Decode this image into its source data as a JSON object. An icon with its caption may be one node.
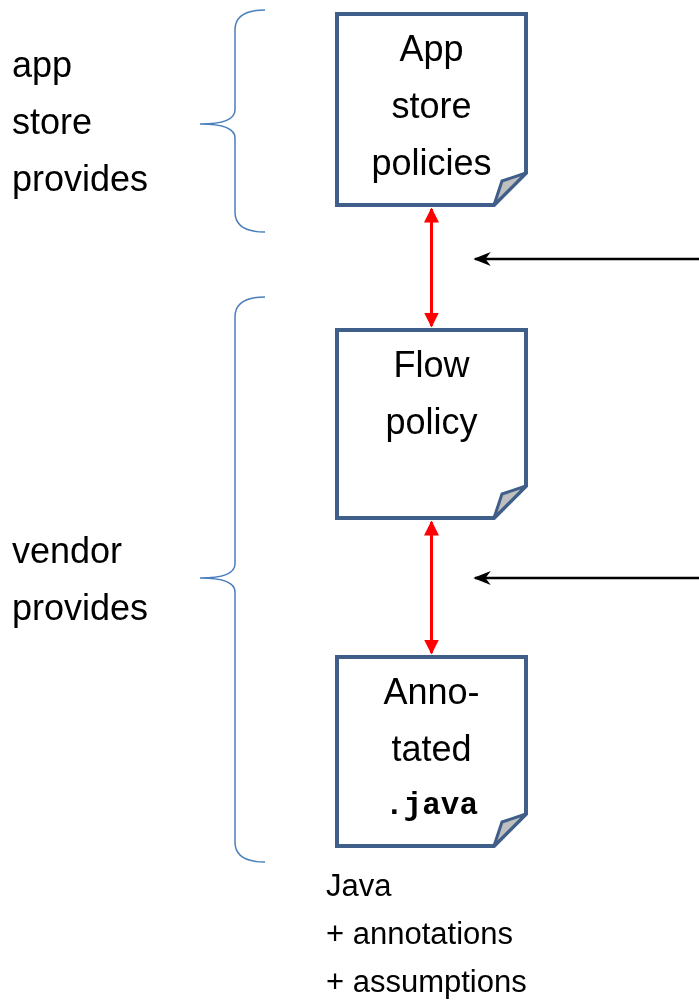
{
  "diagram": {
    "nodes": [
      {
        "text": [
          "App store policies"
        ]
      },
      {
        "text": [
          "Flow policy"
        ]
      },
      {
        "text": [
          "Anno- tated",
          ".java"
        ],
        "beside": [
          "Java",
          "+ annotations",
          "+ assumptions"
        ]
      }
    ],
    "edges": [
      {
        "from": 0,
        "to": 1,
        "arrow": "both",
        "color": "#ff0000"
      },
      {
        "from": 1,
        "to": 2,
        "arrow": "both",
        "color": "#ff0000"
      }
    ],
    "labels": [
      "app store provides",
      "vendor provides"
    ]
  }
}
